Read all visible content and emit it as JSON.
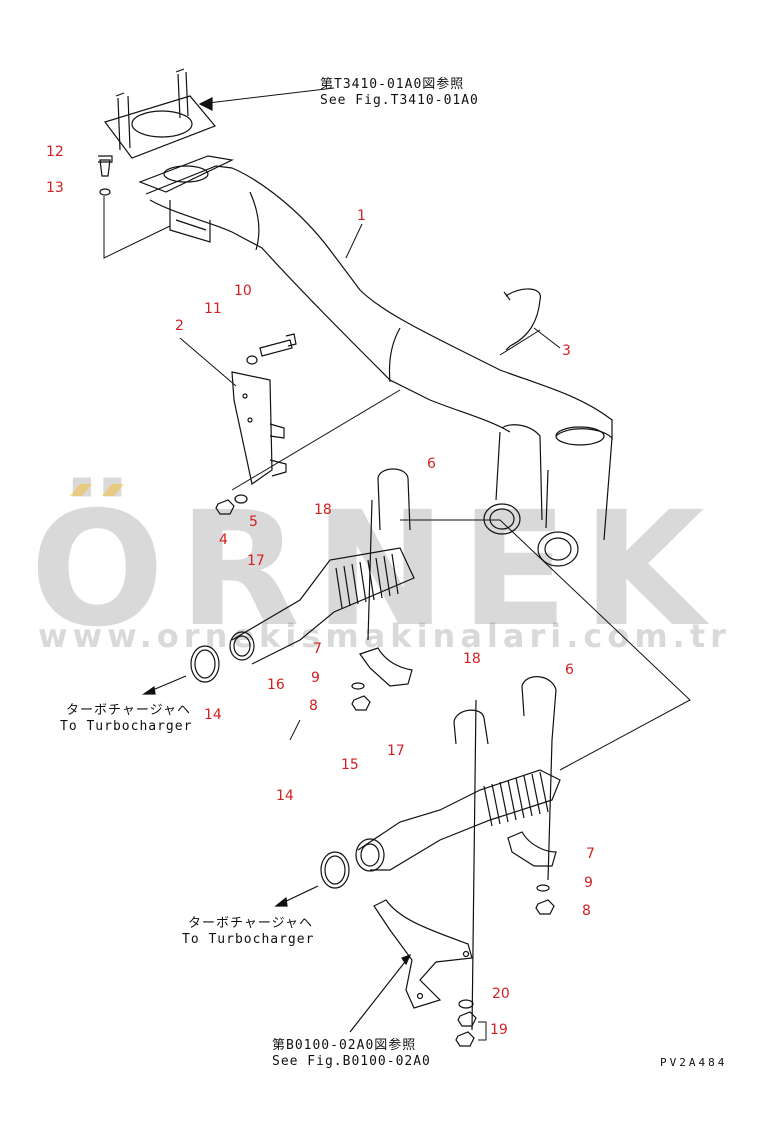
{
  "watermark": {
    "brand": "ÖRNEK",
    "url": "www.ornekismakinalari.com.tr"
  },
  "references": {
    "top": {
      "jp": "第T3410-01A0図参照",
      "en": "See Fig.T3410-01A0"
    },
    "bottom": {
      "jp": "第B0100-02A0図参照",
      "en": "See Fig.B0100-02A0"
    },
    "turbo_upper": {
      "jp": "ターボチャージャヘ",
      "en": "To Turbocharger"
    },
    "turbo_lower": {
      "jp": "ターボチャージャヘ",
      "en": "To Turbocharger"
    }
  },
  "drawing_code": "PV2A484",
  "part_numbers": {
    "p1": "1",
    "p2": "2",
    "p3": "3",
    "p4": "4",
    "p5": "5",
    "p6a": "6",
    "p6b": "6",
    "p7a": "7",
    "p7b": "7",
    "p8a": "8",
    "p8b": "8",
    "p9a": "9",
    "p9b": "9",
    "p10": "10",
    "p11": "11",
    "p12": "12",
    "p13": "13",
    "p14a": "14",
    "p14b": "14",
    "p15": "15",
    "p16": "16",
    "p17a": "17",
    "p17b": "17",
    "p18a": "18",
    "p18b": "18",
    "p19": "19",
    "p20": "20"
  },
  "colors": {
    "label": "#d42020",
    "line": "#111111",
    "watermark": "#8a8a8a",
    "accent": "#f0c24a"
  }
}
